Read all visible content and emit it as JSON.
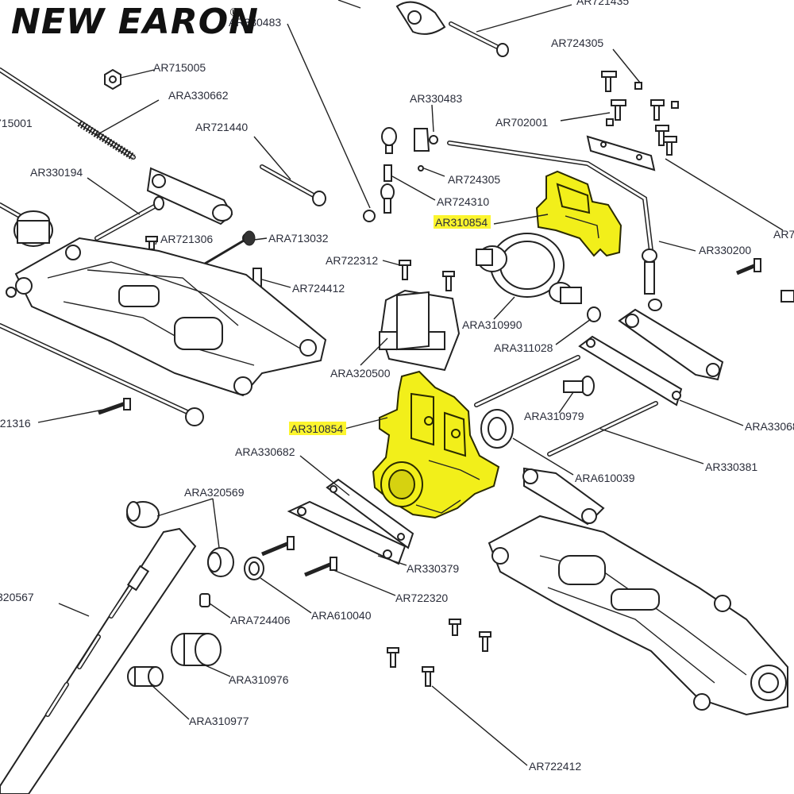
{
  "brand": {
    "name": "NEW EARON",
    "mark": "®"
  },
  "highlight_color": "#f2ef1a",
  "labels": {
    "ar721435": "AR721435",
    "ar330483_top": "AR330483",
    "ar715005": "AR715005",
    "ara330662": "ARA330662",
    "ar715001": "715001",
    "ar721440": "AR721440",
    "ar724305_top": "AR724305",
    "ar330483_mid": "AR330483",
    "ar702001": "AR702001",
    "ar330194": "AR330194",
    "ar724305_mid": "AR724305",
    "ar724310": "AR724310",
    "ar310854_top": "AR310854",
    "ar7_right": "AR7",
    "ar721306": "AR721306",
    "ara713032": "ARA713032",
    "ar330200": "AR330200",
    "ar722312": "AR722312",
    "ar724412": "AR724412",
    "ara310990": "ARA310990",
    "ara311028": "ARA311028",
    "ara320500": "ARA320500",
    "ar721316": "721316",
    "ara310979": "ARA310979",
    "ar310854_mid": "AR310854",
    "ara330682": "ARA330682",
    "ara33068_right": "ARA33068",
    "ar330381": "AR330381",
    "ara610039": "ARA610039",
    "ara320569": "ARA320569",
    "ar330379": "AR330379",
    "ar722320": "AR722320",
    "ara320567": "320567",
    "ara724406": "ARA724406",
    "ara610040": "ARA610040",
    "ara310976": "ARA310976",
    "ara310977": "ARA310977",
    "ar722412": "AR722412"
  }
}
